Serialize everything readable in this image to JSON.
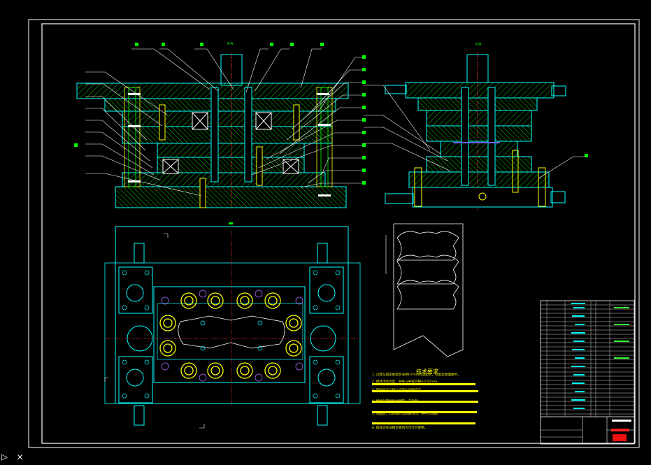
{
  "drawing": {
    "view_label_front": "A-A",
    "view_label_side": "B-B",
    "tech_requirements_title": "技术要求",
    "tech_requirements": [
      "1. 凸模与固定板配合采用H7/m6过渡配合，装配后端面磨平。",
      "2. 模具闭合高度，导柱与导套间隙≤0.02mm。",
      "3. 卸料板与凸模之间单边间隙均匀。",
      "4. 模具各零件棱边倒钝，去毛刺。",
      "5. 装配后，凸凹模刃口间隙均匀，冲件无毛刺。",
      "6. 模具应在试模合格后方可交付使用。"
    ],
    "colors": {
      "background": "#000000",
      "frame": "#ffffff",
      "outline": "#00ffff",
      "hatch": "#00ff00",
      "center": "#ff3030",
      "hole": "#ffff00",
      "annotation": "#ffff00",
      "titleblock_accent": "#ff2020"
    },
    "icons": [
      "ucs-triangle-icon",
      "ucs-x-icon"
    ]
  }
}
